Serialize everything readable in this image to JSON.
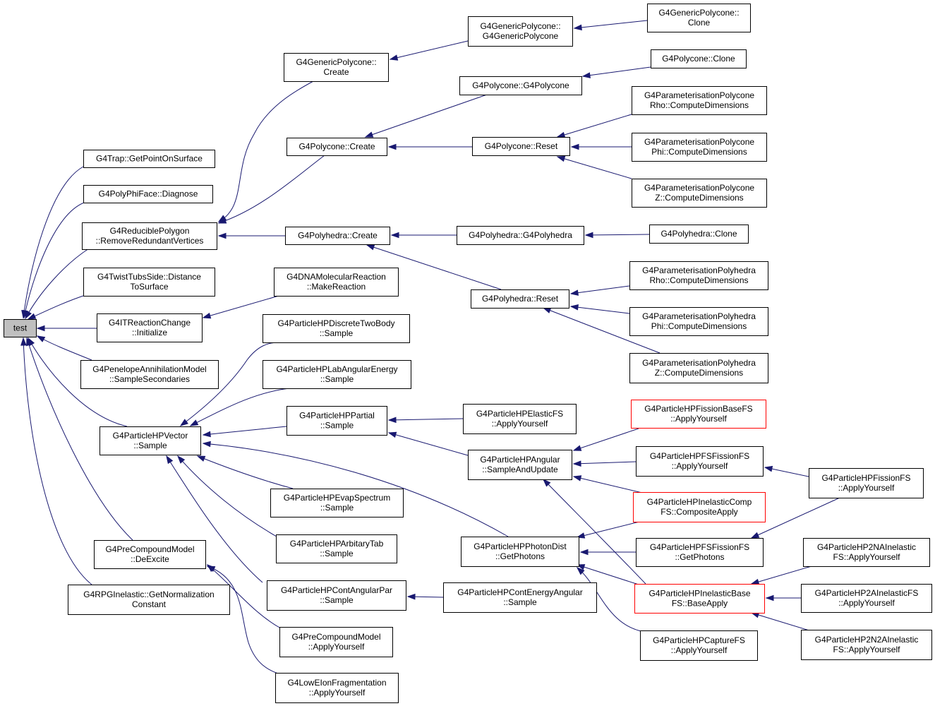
{
  "colors": {
    "edge": "#191970",
    "border": "#000000",
    "highlight_border": "#ff0000",
    "root_fill": "#bfbfbf",
    "node_fill": "#ffffff"
  },
  "nodes": {
    "test": {
      "lines": [
        "test"
      ]
    },
    "trap": {
      "lines": [
        "G4Trap::GetPointOnSurface"
      ]
    },
    "polyphi": {
      "lines": [
        "G4PolyPhiFace::Diagnose"
      ]
    },
    "reducible": {
      "lines": [
        "G4ReduciblePolygon",
        "::RemoveRedundantVertices"
      ]
    },
    "twisttubs": {
      "lines": [
        "G4TwistTubsSide::Distance",
        "ToSurface"
      ]
    },
    "itreaction": {
      "lines": [
        "G4ITReactionChange",
        "::Initialize"
      ]
    },
    "penelope": {
      "lines": [
        "G4PenelopeAnnihilationModel",
        "::SampleSecondaries"
      ]
    },
    "hpvector": {
      "lines": [
        "G4ParticleHPVector",
        "::Sample"
      ]
    },
    "precompound": {
      "lines": [
        "G4PreCompoundModel",
        "::DeExcite"
      ]
    },
    "rpginelastic": {
      "lines": [
        "G4RPGInelastic::GetNormalization",
        "Constant"
      ]
    },
    "genpolycreate": {
      "lines": [
        "G4GenericPolycone::",
        "Create"
      ]
    },
    "polyconecreate": {
      "lines": [
        "G4Polycone::Create"
      ]
    },
    "polyhedracreate": {
      "lines": [
        "G4Polyhedra::Create"
      ]
    },
    "dnamolecular": {
      "lines": [
        "G4DNAMolecularReaction",
        "::MakeReaction"
      ]
    },
    "hpdiscrete": {
      "lines": [
        "G4ParticleHPDiscreteTwoBody",
        "::Sample"
      ]
    },
    "hplabangular": {
      "lines": [
        "G4ParticleHPLabAngularEnergy",
        "::Sample"
      ]
    },
    "hppartial": {
      "lines": [
        "G4ParticleHPPartial",
        "::Sample"
      ]
    },
    "hpevap": {
      "lines": [
        "G4ParticleHPEvapSpectrum",
        "::Sample"
      ]
    },
    "hparbitary": {
      "lines": [
        "G4ParticleHPArbitaryTab",
        "::Sample"
      ]
    },
    "hpcontangular": {
      "lines": [
        "G4ParticleHPContAngularPar",
        "::Sample"
      ]
    },
    "precompapply": {
      "lines": [
        "G4PreCompoundModel",
        "::ApplyYourself"
      ]
    },
    "lowefrag": {
      "lines": [
        "G4LowEIonFragmentation",
        "::ApplyYourself"
      ]
    },
    "genpolyctor": {
      "lines": [
        "G4GenericPolycone::",
        "G4GenericPolycone"
      ]
    },
    "polyconector": {
      "lines": [
        "G4Polycone::G4Polycone"
      ]
    },
    "polyconereset": {
      "lines": [
        "G4Polycone::Reset"
      ]
    },
    "polyhedractor": {
      "lines": [
        "G4Polyhedra::G4Polyhedra"
      ]
    },
    "polyhedrareset": {
      "lines": [
        "G4Polyhedra::Reset"
      ]
    },
    "hpelastic": {
      "lines": [
        "G4ParticleHPElasticFS",
        "::ApplyYourself"
      ]
    },
    "hpangular": {
      "lines": [
        "G4ParticleHPAngular",
        "::SampleAndUpdate"
      ]
    },
    "hpphoton": {
      "lines": [
        "G4ParticleHPPhotonDist",
        "::GetPhotons"
      ]
    },
    "hpcontenergy": {
      "lines": [
        "G4ParticleHPContEnergyAngular",
        "::Sample"
      ]
    },
    "genpolyclone": {
      "lines": [
        "G4GenericPolycone::",
        "Clone"
      ]
    },
    "polyconeclone": {
      "lines": [
        "G4Polycone::Clone"
      ]
    },
    "parpolyrho": {
      "lines": [
        "G4ParameterisationPolycone",
        "Rho::ComputeDimensions"
      ]
    },
    "parpolyphi": {
      "lines": [
        "G4ParameterisationPolycone",
        "Phi::ComputeDimensions"
      ]
    },
    "parpolyz": {
      "lines": [
        "G4ParameterisationPolycone",
        "Z::ComputeDimensions"
      ]
    },
    "polyhedraclone": {
      "lines": [
        "G4Polyhedra::Clone"
      ]
    },
    "parhedrho": {
      "lines": [
        "G4ParameterisationPolyhedra",
        "Rho::ComputeDimensions"
      ]
    },
    "parhedphi": {
      "lines": [
        "G4ParameterisationPolyhedra",
        "Phi::ComputeDimensions"
      ]
    },
    "parhedz": {
      "lines": [
        "G4ParameterisationPolyhedra",
        "Z::ComputeDimensions"
      ]
    },
    "hpfissionbase": {
      "lines": [
        "G4ParticleHPFissionBaseFS",
        "::ApplyYourself"
      ]
    },
    "hpfsfission": {
      "lines": [
        "G4ParticleHPFSFissionFS",
        "::ApplyYourself"
      ]
    },
    "hpinelcomp": {
      "lines": [
        "G4ParticleHPInelasticComp",
        "FS::CompositeApply"
      ]
    },
    "hpfsfissionphot": {
      "lines": [
        "G4ParticleHPFSFissionFS",
        "::GetPhotons"
      ]
    },
    "hpinelbase": {
      "lines": [
        "G4ParticleHPInelasticBase",
        "FS::BaseApply"
      ]
    },
    "hpcapture": {
      "lines": [
        "G4ParticleHPCaptureFS",
        "::ApplyYourself"
      ]
    },
    "hpfission": {
      "lines": [
        "G4ParticleHPFissionFS",
        "::ApplyYourself"
      ]
    },
    "hp2na": {
      "lines": [
        "G4ParticleHP2NAInelastic",
        "FS::ApplyYourself"
      ]
    },
    "hp2a": {
      "lines": [
        "G4ParticleHP2AInelasticFS",
        "::ApplyYourself"
      ]
    },
    "hp2n2a": {
      "lines": [
        "G4ParticleHP2N2AInelastic",
        "FS::ApplyYourself"
      ]
    }
  }
}
